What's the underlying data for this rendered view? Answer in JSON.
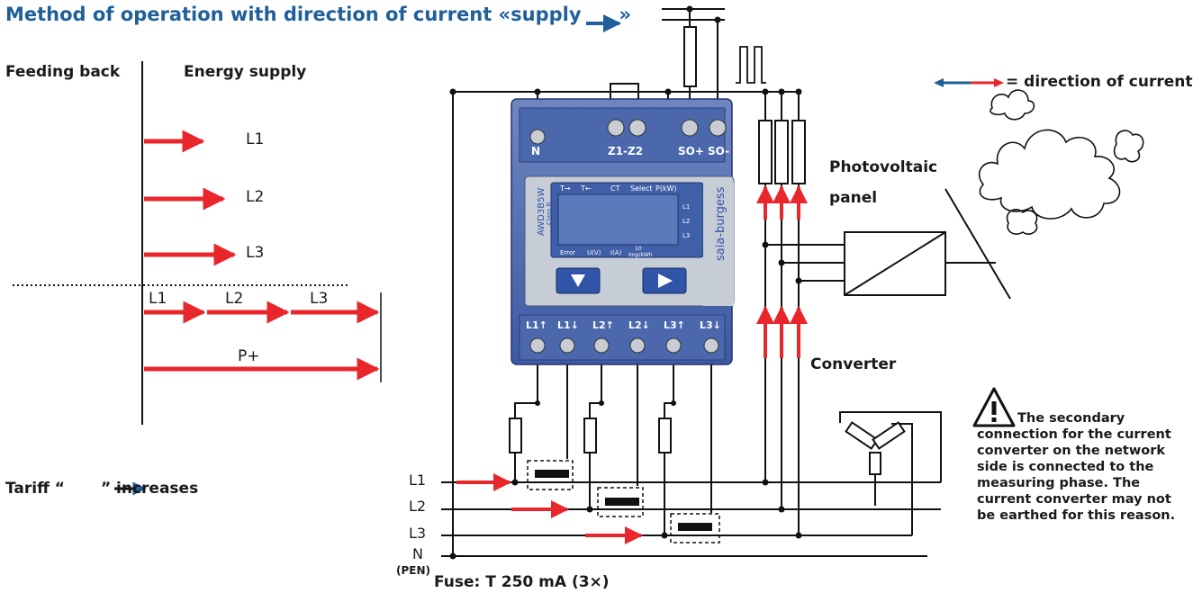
{
  "title": "Method of operation with direction of current «supply",
  "title_end": "»",
  "left_panel": {
    "feeding_back": "Feeding back",
    "energy_supply": "Energy supply",
    "phases": [
      "L1",
      "L2",
      "L3"
    ],
    "chain_labels": [
      "L1",
      "L2",
      "L3"
    ],
    "total_label": "P+",
    "tariff_prefix": "Tariff “",
    "tariff_suffix": "” increases"
  },
  "legend": {
    "direction_text": "= direction of current"
  },
  "meter": {
    "terminals_top": [
      "N",
      "Z1-Z2",
      "SO+",
      "SO-"
    ],
    "model": "AWD3B5W",
    "class": "Class B",
    "brand": "saia-burgess",
    "display_top": [
      "T→",
      "T←",
      "CT",
      "Select",
      "P(kW)"
    ],
    "display_right": [
      "L1",
      "L2",
      "L3"
    ],
    "display_bottom": [
      "Error",
      "U(V)",
      "I(A)",
      "10",
      "Imp/kWh"
    ],
    "terminals_bottom": [
      "L1↑",
      "L1↓",
      "L2↑",
      "L2↓",
      "L3↑",
      "L3↓"
    ]
  },
  "labels": {
    "photovoltaic": "Photovoltaic",
    "panel": "panel",
    "converter": "Converter",
    "line_labels": [
      "L1",
      "L2",
      "L3",
      "N"
    ],
    "pen": "(PEN)",
    "fuse": "Fuse: T 250 mA (3×)"
  },
  "warning_text": "The secondary connection for the current converter on the network side is connected to the measuring phase. The current converter may not be earthed for this reason.",
  "colors": {
    "title": "#1f5f9a",
    "arrow_red": "#e8262b",
    "arrow_blue": "#1f5f9a",
    "meter_blue": "#3f5fa8"
  }
}
